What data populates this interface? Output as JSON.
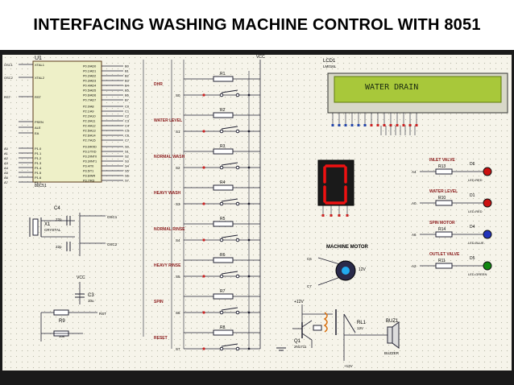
{
  "title": "INTERFACING WASHING MACHINE CONTROL WITH 8051",
  "mcu": {
    "ref": "U1",
    "part": "80C51",
    "left_pins": [
      "XTAL1",
      "XTAL2",
      "RST",
      "PSEN",
      "ALE",
      "EA",
      "P1.0",
      "P1.1",
      "P1.2",
      "P1.3",
      "P1.4",
      "P1.5",
      "P1.6",
      "P1.7"
    ],
    "right_pins": [
      "P0.0/AD0",
      "P0.1/AD1",
      "P0.2/AD2",
      "P0.3/AD3",
      "P0.4/AD4",
      "P0.5/AD5",
      "P0.6/AD6",
      "P0.7/AD7",
      "P2.0/A8",
      "P2.1/A9",
      "P2.2/A10",
      "P2.3/A11",
      "P2.4/A12",
      "P2.5/A13",
      "P2.6/A14",
      "P2.7/A15",
      "P3.0/RXD",
      "P3.1/TXD",
      "P3.2/INT0",
      "P3.3/INT1",
      "P3.4/T0",
      "P3.5/T1",
      "P3.6/WR",
      "P3.7/RD"
    ],
    "right_nets": [
      "B0",
      "B1",
      "B2",
      "B3",
      "B4",
      "B5",
      "B6",
      "B7",
      "C0",
      "C1",
      "C2",
      "C3",
      "C4",
      "C5",
      "C6",
      "C7",
      "S0",
      "S1",
      "S2",
      "S3",
      "S4",
      "S5",
      "S6",
      "S7"
    ],
    "left_nets": [
      "OSC1",
      "OSC2",
      "RST",
      "",
      "",
      "",
      "A0",
      "A1",
      "A2",
      "A3",
      "A4",
      "A5",
      "A6",
      "A7"
    ]
  },
  "crystal": {
    "ref": "X1",
    "part": "CRYSTAL",
    "c_ref": "C4",
    "c_val": "22p",
    "c2_val": "22p",
    "osc1": "OSC1",
    "osc2": "OSC2"
  },
  "reset_circuit": {
    "vcc": "VCC",
    "cap": "C3",
    "cap_val": "10u",
    "res": "R9",
    "res_val": "10k",
    "net": "RST"
  },
  "vcc_rail": "VCC",
  "switches": [
    {
      "label": "DHR",
      "res": "R1",
      "net": "S0"
    },
    {
      "label": "WATER LEVEL",
      "res": "R2",
      "net": "S1"
    },
    {
      "label": "NORMAL WASH",
      "res": "R3",
      "net": "S2"
    },
    {
      "label": "HEAVY WASH",
      "res": "R4",
      "net": "S3"
    },
    {
      "label": "NORMAL RINSE",
      "res": "R5",
      "net": "S4"
    },
    {
      "label": "HEAVY RINSE",
      "res": "R6",
      "net": "S5"
    },
    {
      "label": "SPIN",
      "res": "R7",
      "net": "S6"
    },
    {
      "label": "RESET",
      "res": "R8",
      "net": "S7"
    }
  ],
  "lcd": {
    "ref": "LCD1",
    "part": "LM016L",
    "text": "WATER DRAIN"
  },
  "seven_segment": {
    "digit": "0"
  },
  "motor": {
    "label": "MACHINE MOTOR",
    "voltage": "12V",
    "in1": "C6",
    "in2": "C7"
  },
  "leds": [
    {
      "label": "INLET VALVE",
      "res": "R13",
      "led": "D6",
      "net": "A4",
      "part": "LED-RED",
      "color": "#cc1111"
    },
    {
      "label": "WATER LEVEL",
      "res": "R10",
      "led": "D1",
      "net": "A0",
      "part": "LED-RED",
      "color": "#cc1111"
    },
    {
      "label": "SPIN MOTOR",
      "res": "R14",
      "led": "D4",
      "net": "A6",
      "part": "LED-BLUE",
      "color": "#2233bb"
    },
    {
      "label": "OUTLET VALVE",
      "res": "R11",
      "led": "D5",
      "net": "A2",
      "part": "LED-GREEN",
      "color": "#118811"
    }
  ],
  "relay": {
    "ref": "RL1",
    "val": "12V",
    "supply": "+12V"
  },
  "transistor": {
    "ref": "Q1",
    "part": "2N1711"
  },
  "buzzer": {
    "ref": "BUZ1",
    "part": "BUZZER"
  },
  "supply_12v": "+12V"
}
